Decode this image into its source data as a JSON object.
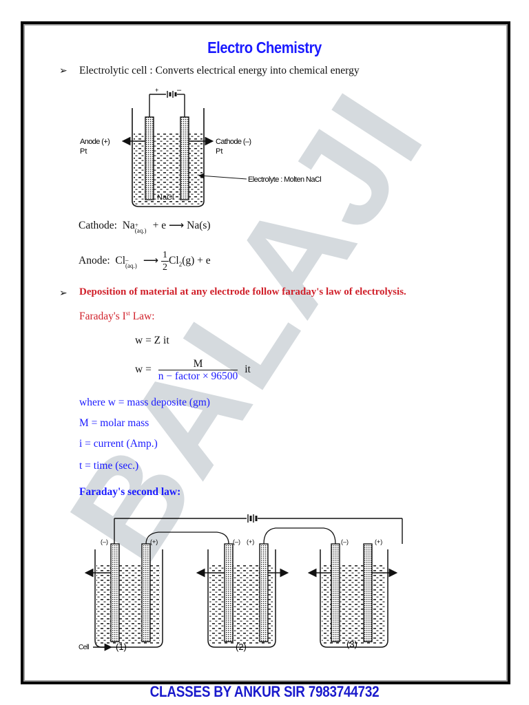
{
  "header": {
    "title": "Electro Chemistry"
  },
  "bullets": {
    "marker": "➢"
  },
  "electrolytic_cell": {
    "statement": "Electrolytic cell : Converts electrical energy into chemical energy",
    "diagram": {
      "battery_plus": "+",
      "battery_minus": "–",
      "anode_label": "Anode (+)",
      "anode_material": "Pt",
      "cathode_label": "Cathode (–)",
      "cathode_material": "Pt",
      "electrolyte_label": "Electrolyte : Molten NaCl",
      "solution_label": "NaCl"
    },
    "cathode_reaction": {
      "label": "Cathode:",
      "reactant": "Na",
      "charge": "+",
      "state": "(aq.)",
      "rest": " + e",
      "arrow": "⟶",
      "product": "Na(s)"
    },
    "anode_reaction": {
      "label": "Anode:",
      "reactant": "Cl",
      "charge": "–",
      "state": "(aq.)",
      "arrow": "⟶",
      "frac_num": "1",
      "frac_den": "2",
      "product_a": "Cl",
      "product_sub": "2",
      "product_b": "(g) + e"
    }
  },
  "faraday": {
    "statement": "Deposition of material at any electrode follow faraday's law of electrolysis.",
    "first_law_title_a": "Faraday's I",
    "first_law_title_sup": "st",
    "first_law_title_b": " Law:",
    "eq1": "w = Z it",
    "eq2_lhs": "w =",
    "eq2_num": "M",
    "eq2_den": "n − factor × 96500",
    "eq2_rhs": "it",
    "definitions": [
      "where w = mass deposite (gm)",
      "M = molar mass",
      "i = current (Amp.)",
      "t = time (sec.)"
    ],
    "second_law_title": "Faraday's second law:",
    "second_law_diagram": {
      "cells": [
        {
          "label": "(1)",
          "left_sign": "(–)",
          "right_sign": "(+)"
        },
        {
          "label": "(2)",
          "left_sign": "(–)",
          "right_sign": "(+)"
        },
        {
          "label": "(3)",
          "left_sign": "(–)",
          "right_sign": "(+)"
        }
      ],
      "cell_caption": "Cell",
      "cell_arrow": "⟶"
    }
  },
  "watermark": {
    "text": "BALAJI",
    "color": "#d5dade"
  },
  "colors": {
    "title": "#1a1aff",
    "red": "#d0202a",
    "blue": "#1a1aff",
    "footer": "#1a1acc"
  },
  "footer": {
    "text": "CLASSES BY ANKUR SIR 7983744732"
  }
}
